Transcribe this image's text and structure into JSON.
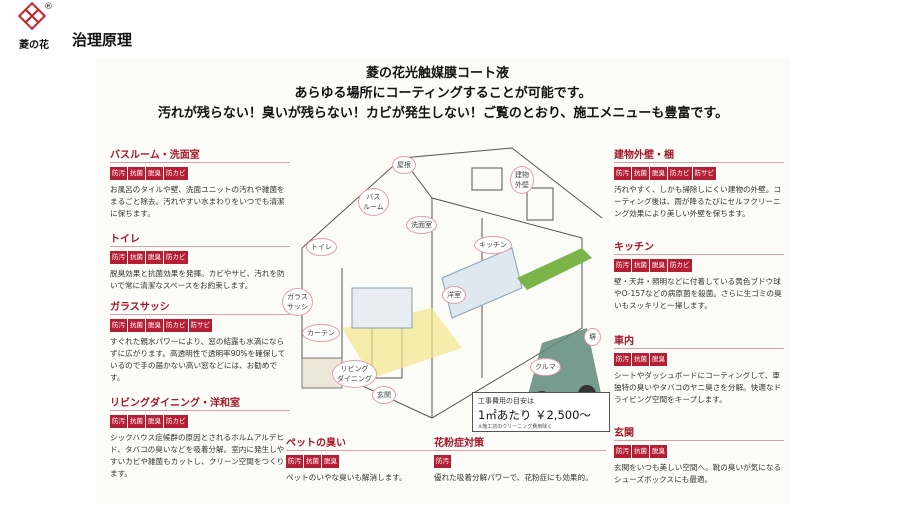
{
  "header": {
    "logo_text": "菱の花",
    "logo_reg": "®",
    "title": "治理原理"
  },
  "headline": {
    "line1": "菱の花光触媒膜コート液",
    "line2": "あらゆる場所にコーティングすることが可能です。",
    "line3": "汚れが残らない！臭いが残らない！カビが発生しない！ご覧のとおり、施工メニューも豊富です。"
  },
  "sections": {
    "bath": {
      "title": "バスルーム・洗面室",
      "tags": [
        "防汚",
        "抗菌",
        "脱臭",
        "防カビ"
      ],
      "body": "お風呂のタイルや壁、洗面ユニットの汚れや雑菌をまるごと除去。汚れやすい水まわりをいつでも清潔に保ちます。"
    },
    "toilet": {
      "title": "トイレ",
      "tags": [
        "防汚",
        "抗菌",
        "脱臭",
        "防カビ"
      ],
      "body": "脱臭効果と抗菌効果を発揮。カビやサビ、汚れを防いで常に清潔なスペースをお約束します。"
    },
    "glass": {
      "title": "ガラスサッシ",
      "tags": [
        "防汚",
        "抗菌",
        "脱臭",
        "防カビ",
        "防サビ"
      ],
      "body": "すぐれた親水パワーにより、窓の結露も水滴にならずに広がります。高透明性で透明率90%を確保しているので手の届かない高い窓などには、お勧めです。"
    },
    "living": {
      "title": "リビングダイニング・洋和室",
      "tags": [
        "防汚",
        "抗菌",
        "脱臭",
        "防カビ"
      ],
      "body": "シックハウス症候群の原因とされるホルムアルデヒド、タバコの臭いなどを吸着分解。室内に発生しやすいカビや雑菌もカットし、クリーン空間をつくります。"
    },
    "pet": {
      "title": "ペットの臭い",
      "tags": [
        "防汚",
        "抗菌",
        "脱臭"
      ],
      "body": "ペットのいやな臭いも解消します。"
    },
    "pollen": {
      "title": "花粉症対策",
      "tags": [
        "防汚"
      ],
      "body": "優れた吸着分解パワーで、花粉症にも効果的。"
    },
    "exterior": {
      "title": "建物外壁・梱",
      "tags": [
        "防汚",
        "抗菌",
        "脱臭",
        "防カビ",
        "防サビ"
      ],
      "body": "汚れやすく、しかも掃除しにくい建物の外壁。コーティング後は、雨が降るたびにセルフクリーニング効果により美しい外壁を保ちます。"
    },
    "kitchen": {
      "title": "キッチン",
      "tags": [
        "防汚",
        "抗菌",
        "脱臭",
        "防カビ"
      ],
      "body": "壁・天井・照明などに付着している黄色ブドウ球やO-157などの病原菌を殺菌。さらに生ゴミの臭いもスッキリと一掃します。"
    },
    "car": {
      "title": "車内",
      "tags": [
        "防汚",
        "抗菌",
        "脱臭"
      ],
      "body": "シートやダッシュボードにコーティングして、車独特の臭いやタバコのヤニ臭さを分解。快適なドライビング空間をキープします。"
    },
    "entrance": {
      "title": "玄関",
      "tags": [
        "防汚",
        "抗菌",
        "脱臭"
      ],
      "body": "玄関をいつも美しい空間へ。靴の臭いが気になるシューズボックスにも最適。"
    }
  },
  "illustration_labels": {
    "roof": "屋根",
    "bath": "バス\nルーム",
    "wash": "洗面室",
    "exterior": "建物\n外壁",
    "kitchen": "キッチン",
    "toilet": "トイレ",
    "glass": "ガラス\nサッシ",
    "curtain": "カーテン",
    "living": "リビング\nダイニング",
    "wafu": "洋室",
    "entrance": "玄関",
    "car": "クルマ",
    "wall": "塀"
  },
  "cost": {
    "title": "工事費用の目安は",
    "value": "1㎡あたり ￥2,500〜",
    "note": "※施工前のクリーニング費用除く"
  },
  "colors": {
    "accent": "#b51f35",
    "logo": "#c81f2c"
  }
}
